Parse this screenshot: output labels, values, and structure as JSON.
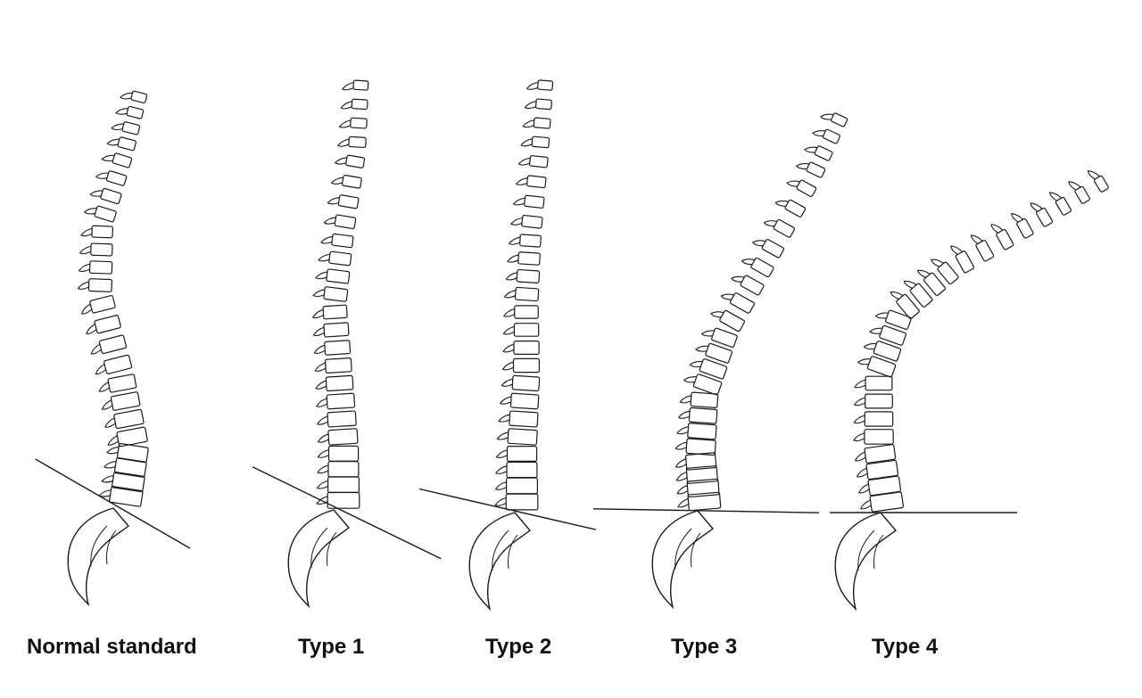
{
  "figure": {
    "colors": {
      "ink": "#1a1a1a",
      "background": "#ffffff"
    },
    "panels": [
      {
        "label": "Normal standard",
        "sacral_slope_deg": 30
      },
      {
        "label": "Type 1",
        "sacral_slope_deg": 26
      },
      {
        "label": "Type 2",
        "sacral_slope_deg": 13
      },
      {
        "label": "Type 3",
        "sacral_slope_deg": 1
      },
      {
        "label": "Type 4",
        "sacral_slope_deg": 0
      }
    ]
  }
}
